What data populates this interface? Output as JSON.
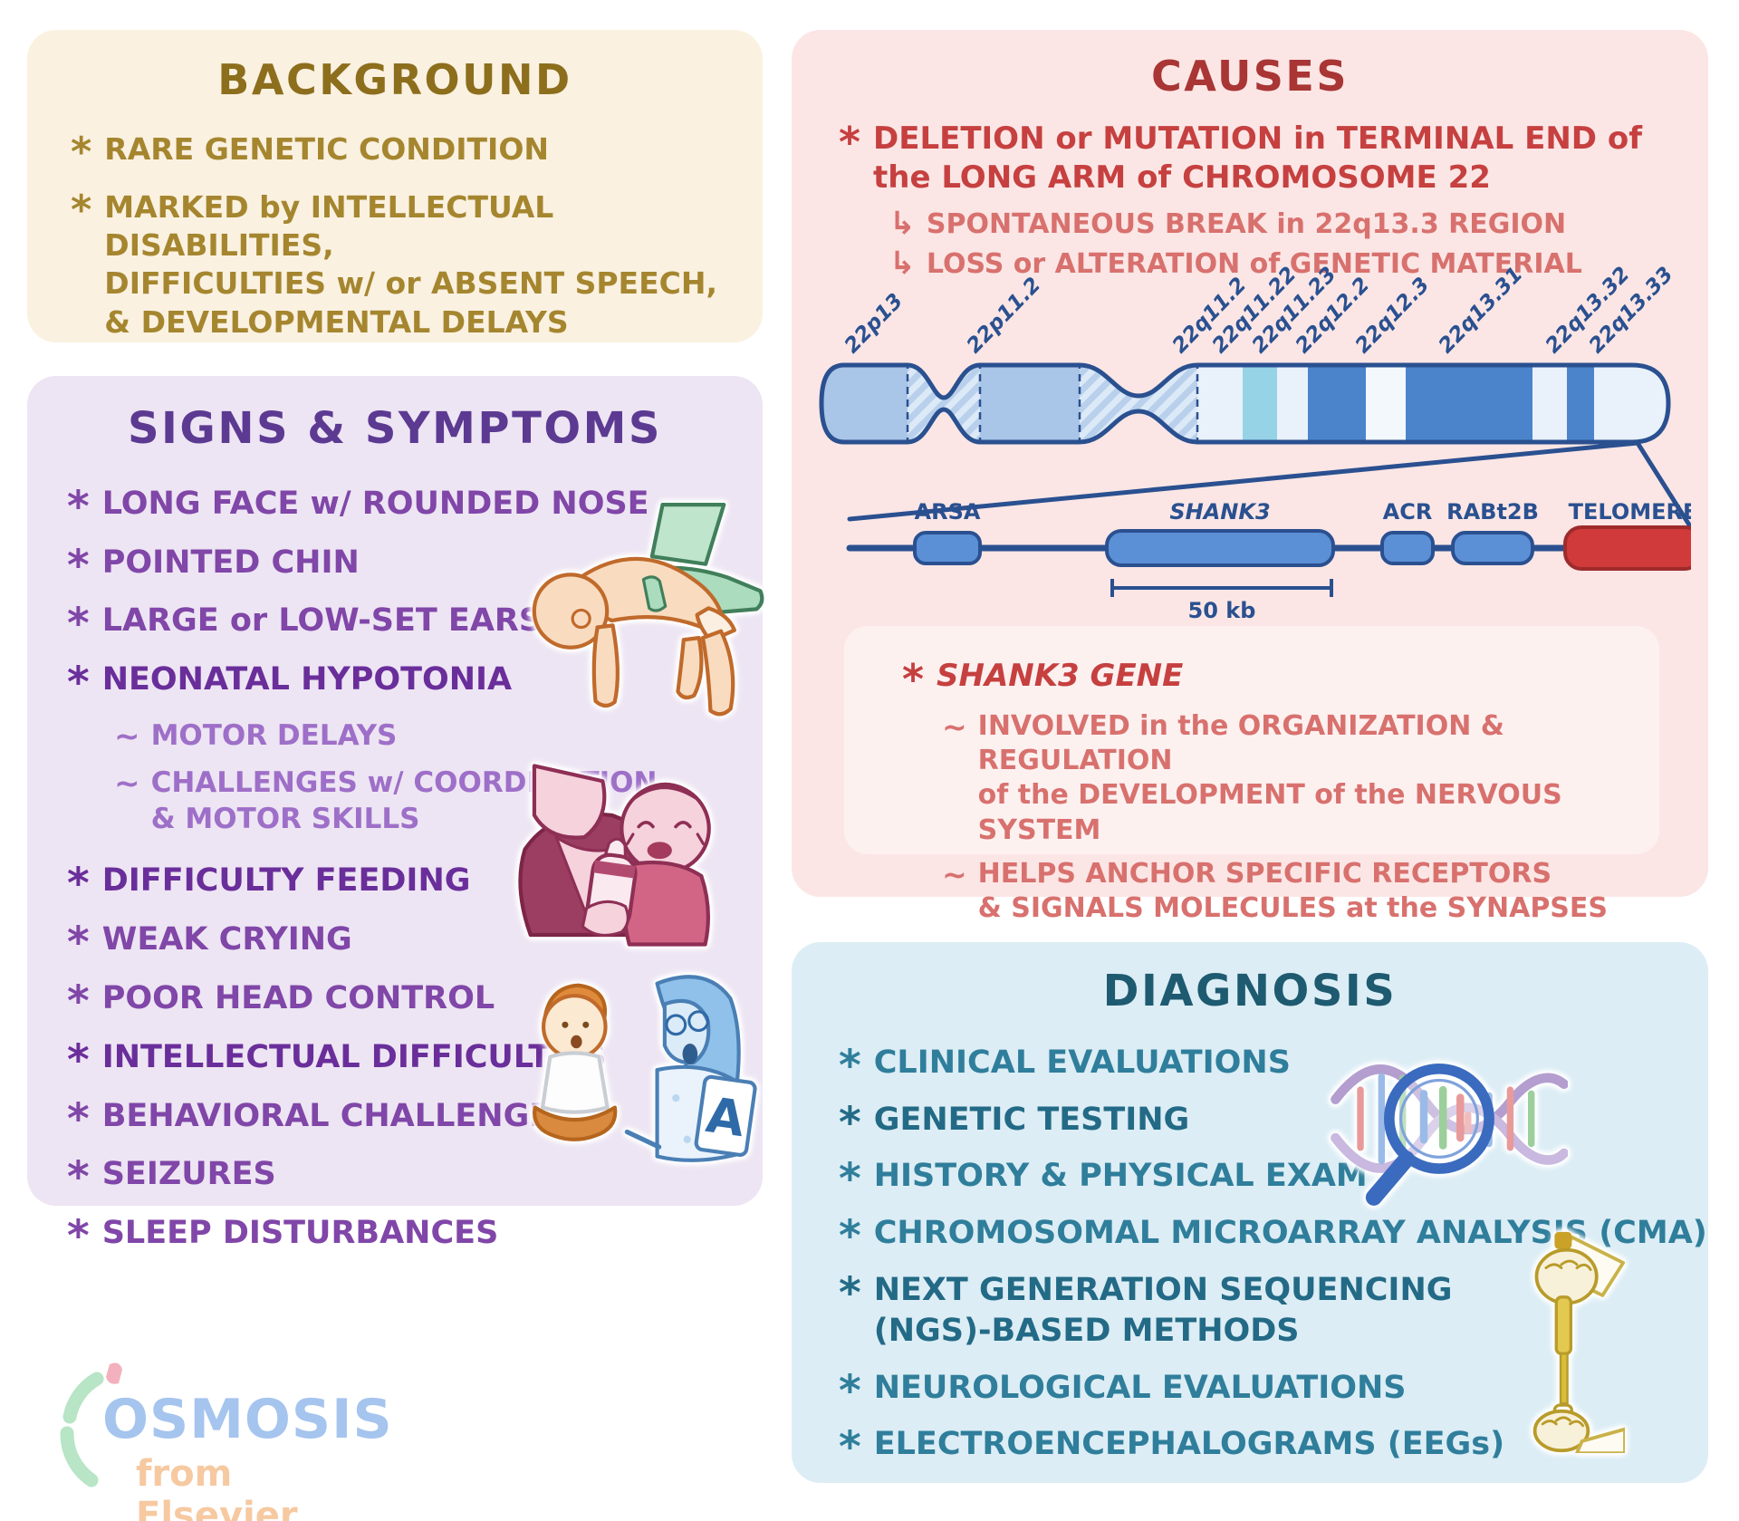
{
  "palette": {
    "background_panel": "#FAF1E1",
    "background_text": "#A5862F",
    "signs_panel": "#EDE5F3",
    "signs_title": "#5C3A92",
    "signs_text": "#8046A8",
    "signs_sub": "#9E6FC8",
    "causes_panel": "#FBE6E5",
    "causes_title": "#A93535",
    "causes_text": "#C64040",
    "causes_sub": "#D8716E",
    "chromosome_ink": "#2A5090",
    "band_blue": "#4B84CB",
    "band_cyan": "#97D3E7",
    "telomere_red": "#D03A3A",
    "diagnosis_panel": "#DCEDF5",
    "diagnosis_title": "#1E5A70",
    "diagnosis_text": "#2F7E9B",
    "logo_blue": "#A5C4EE",
    "logo_peach": "#F6C9A1"
  },
  "glyphs": {
    "bullet": "*",
    "tilde": "~",
    "arrow": "↳"
  },
  "background": {
    "title": "BACKGROUND",
    "items": [
      "RARE GENETIC CONDITION",
      "MARKED by INTELLECTUAL DISABILITIES,\nDIFFICULTIES w/ or ABSENT SPEECH,\n& DEVELOPMENTAL DELAYS"
    ]
  },
  "signs": {
    "title": "SIGNS & SYMPTOMS",
    "items": [
      {
        "label": "LONG FACE w/ ROUNDED NOSE"
      },
      {
        "label": "POINTED CHIN"
      },
      {
        "label": "LARGE or LOW-SET EARS"
      },
      {
        "label": "NEONATAL HYPOTONIA"
      },
      {
        "label": "MOTOR DELAYS"
      },
      {
        "label": "CHALLENGES w/ COORDINATION\n& MOTOR SKILLS"
      },
      {
        "label": "DIFFICULTY FEEDING"
      },
      {
        "label": "WEAK CRYING"
      },
      {
        "label": "POOR HEAD CONTROL"
      },
      {
        "label": "INTELLECTUAL DIFFICULTIES"
      },
      {
        "label": "BEHAVIORAL CHALLENGES"
      },
      {
        "label": "SEIZURES"
      },
      {
        "label": "SLEEP DISTURBANCES"
      }
    ]
  },
  "causes": {
    "title": "CAUSES",
    "main": "DELETION or MUTATION in TERMINAL END of\nthe LONG ARM of CHROMOSOME 22",
    "subs": [
      "SPONTANEOUS BREAK in 22q13.3 REGION",
      "LOSS or ALTERATION of GENETIC MATERIAL"
    ],
    "chromosome": {
      "bands": [
        "22p13",
        "22p11.2",
        "22q11.2",
        "22q11.22",
        "22q11.23",
        "22q12.2",
        "22q12.3",
        "22q13.31",
        "22q13.32",
        "22q13.33"
      ]
    },
    "gene_map": {
      "genes": [
        "ARSA",
        "SHANK3",
        "ACR",
        "RABt2B",
        "TELOMERE"
      ],
      "scale": "50 kb"
    },
    "shank3": {
      "title": "SHANK3 GENE",
      "subs": [
        "INVOLVED in the ORGANIZATION & REGULATION\nof the DEVELOPMENT of the NERVOUS SYSTEM",
        "HELPS ANCHOR SPECIFIC RECEPTORS\n& SIGNALS MOLECULES at the SYNAPSES"
      ]
    }
  },
  "diagnosis": {
    "title": "DIAGNOSIS",
    "items": [
      {
        "label": "CLINICAL EVALUATIONS"
      },
      {
        "label": "GENETIC TESTING"
      },
      {
        "label": "HISTORY & PHYSICAL EXAM"
      },
      {
        "label": "CHROMOSOMAL MICROARRAY ANALYSIS (CMA)"
      },
      {
        "label": "NEXT GENERATION SEQUENCING\n(NGS)-BASED METHODS"
      },
      {
        "label": "NEUROLOGICAL EVALUATIONS"
      },
      {
        "label": "ELECTROENCEPHALOGRAMS (EEGs)"
      }
    ]
  },
  "illustrations": {
    "speech_card_letter": "A"
  },
  "logo": {
    "name": "OSMOSIS",
    "tagline": "from Elsevier"
  }
}
